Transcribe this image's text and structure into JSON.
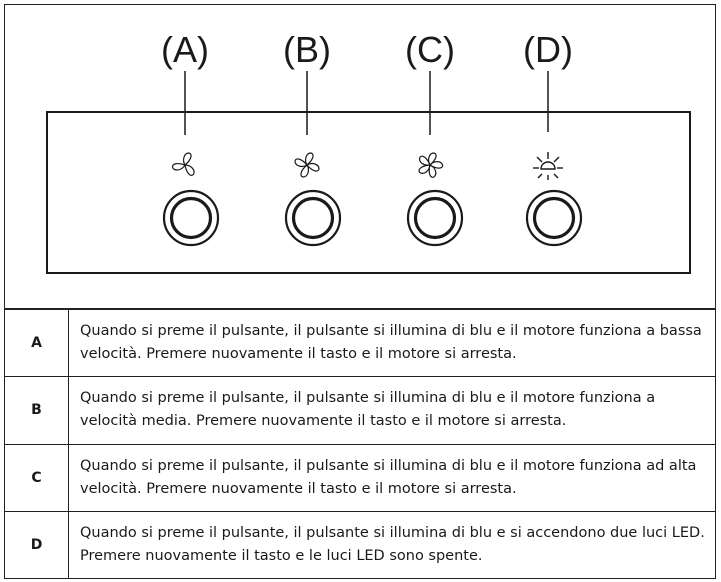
{
  "labels": [
    "(A)",
    "(B)",
    "(C)",
    "(D)"
  ],
  "icons": [
    "fan-low-icon",
    "fan-medium-icon",
    "fan-high-icon",
    "light-icon"
  ],
  "rows": [
    {
      "key": "A",
      "text": "Quando si preme il pulsante, il pulsante si illumina di blu e il motore funziona a bassa velocità. Premere nuovamente il tasto e il motore si arresta."
    },
    {
      "key": "B",
      "text": "Quando si preme il pulsante, il pulsante si illumina di blu e il motore funziona a velocità media. Premere nuovamente il tasto e il motore si arresta."
    },
    {
      "key": "C",
      "text": "Quando si preme il pulsante, il pulsante si illumina di blu e il motore funziona ad alta velocità. Premere nuovamente il tasto e il motore si arresta."
    },
    {
      "key": "D",
      "text": "Quando si preme il pulsante, il pulsante si illumina di blu e si accendono due luci LED. Premere nuovamente il tasto e le luci LED sono spente."
    }
  ]
}
